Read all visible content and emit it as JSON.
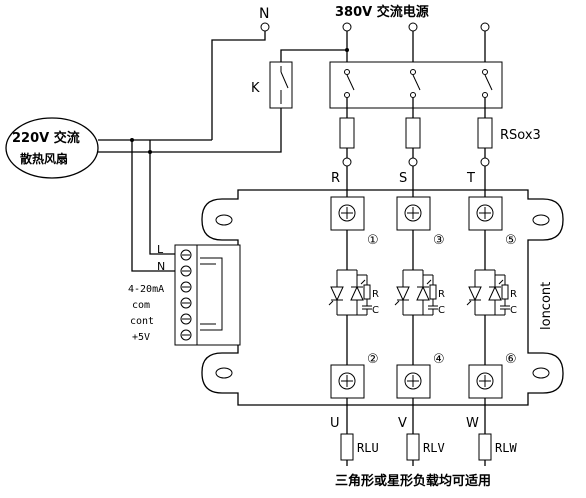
{
  "supply": {
    "neutral": "N",
    "three_phase": "380V 交流电源",
    "contactor": "K"
  },
  "fan": {
    "line1": "220V 交流",
    "line2": "散热风扇"
  },
  "fuse_label": "RSox3",
  "phases_in": [
    "R",
    "S",
    "T"
  ],
  "phases_out": [
    "U",
    "V",
    "W"
  ],
  "terminals_top": [
    "①",
    "③",
    "⑤"
  ],
  "terminals_bottom": [
    "②",
    "④",
    "⑥"
  ],
  "rc": {
    "r": "R",
    "c": "C"
  },
  "brand": "loncont",
  "control": {
    "pins": [
      "L",
      "N",
      "4-20mA",
      "com",
      "cont",
      "+5V"
    ]
  },
  "loads": [
    "RLU",
    "RLV",
    "RLW"
  ],
  "note": "三角形或星形负载均可适用"
}
